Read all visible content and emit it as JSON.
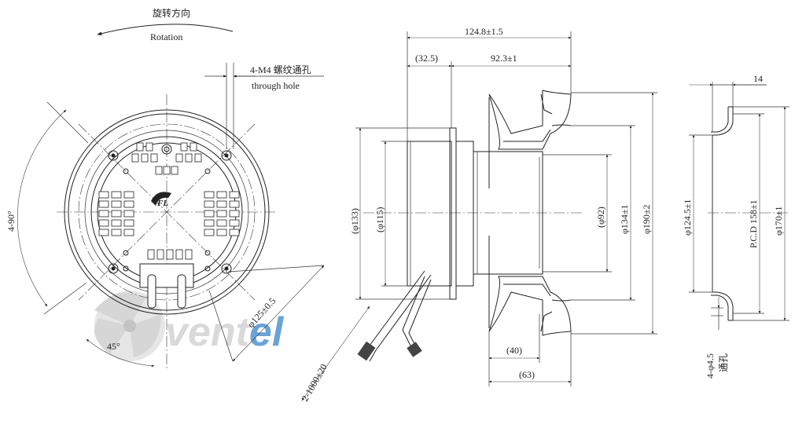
{
  "rotation": {
    "label_cn": "旋转方向",
    "label_en": "Rotation"
  },
  "through_hole": {
    "label_cn": "4-M4 螺纹通孔",
    "label_en": "through hole"
  },
  "front_view": {
    "angle_4x90": "4-90°",
    "angle_45": "45°",
    "dia_125": "φ125±0.5",
    "cable": "2-1000±20"
  },
  "side_view": {
    "overall_length": "124.8±1.5",
    "len_32_5": "(32.5)",
    "len_92_3": "92.3±1",
    "dia_133": "(φ133)",
    "dia_115": "(φ115)",
    "dia_92": "(φ92)",
    "dia_134": "φ134±1",
    "dia_190": "φ190±2",
    "len_40": "(40)",
    "len_63": "(63)"
  },
  "ring_view": {
    "len_14": "14",
    "dia_124_5": "φ124.5±1",
    "pcd_158": "P.C.D 158±1",
    "dia_170": "φ170±1",
    "holes": "4-φ4.5",
    "holes_cn": "通孔"
  },
  "watermark": {
    "text": "ventel"
  },
  "colors": {
    "line": "#222222",
    "watermark_grey": "#d9d9d9",
    "watermark_blue": "#6aa3d8"
  }
}
